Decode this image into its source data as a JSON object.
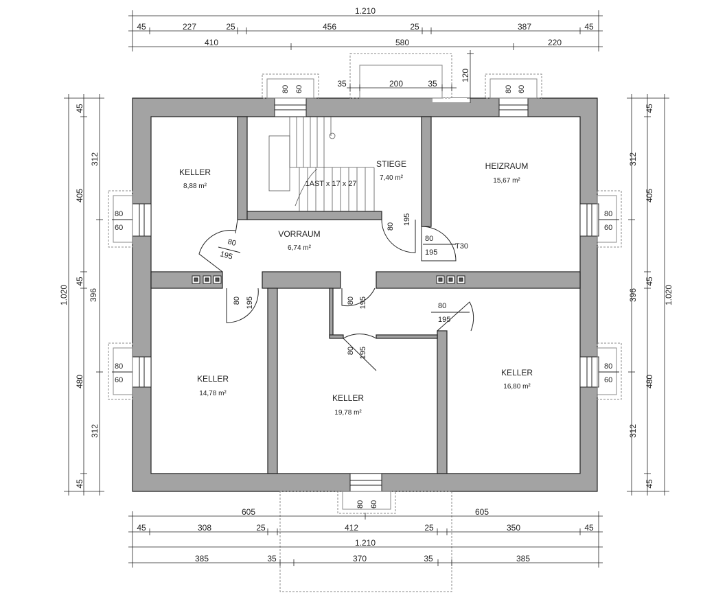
{
  "colors": {
    "wall": "#a3a3a3",
    "stroke": "#222222",
    "hatch": "#888888"
  },
  "rooms": {
    "keller_nw": {
      "name": "KELLER",
      "area": "8,88 m²"
    },
    "stiege": {
      "name": "STIEGE",
      "area": "7,40 m²",
      "stair_note": "1AST x 17 x 27"
    },
    "heizraum": {
      "name": "HEIZRAUM",
      "area": "15,67 m²"
    },
    "vorraum": {
      "name": "VORRAUM",
      "area": "6,74 m²"
    },
    "keller_sw": {
      "name": "KELLER",
      "area": "14,78 m²"
    },
    "keller_s": {
      "name": "KELLER",
      "area": "19,78 m²"
    },
    "keller_se": {
      "name": "KELLER",
      "area": "16,80 m²"
    }
  },
  "dims": {
    "top_total": "1.210",
    "top_row2": [
      "45",
      "227",
      "25",
      "456",
      "25",
      "387",
      "45"
    ],
    "top_row3": [
      "410",
      "580",
      "220"
    ],
    "bottom_row1": [
      "605",
      "605"
    ],
    "bottom_row2": [
      "45",
      "308",
      "25",
      "412",
      "25",
      "350",
      "45"
    ],
    "bottom_total": "1.210",
    "bottom_row4": [
      "385",
      "35",
      "370",
      "35",
      "385"
    ],
    "left_outer": "1.020",
    "left_mid": [
      "405",
      "45",
      "396",
      "480"
    ],
    "left_inner": [
      "45",
      "312",
      "312",
      "45"
    ],
    "right_outer": "1.020",
    "right_mid": [
      "45",
      "405",
      "45",
      "396",
      "480",
      "45"
    ],
    "right_inner": [
      "312",
      "312"
    ],
    "lightwell_top": [
      "35",
      "200",
      "35",
      "120"
    ]
  },
  "windows": {
    "top_left": [
      "80",
      "60"
    ],
    "top_right": [
      "80",
      "60"
    ],
    "left_upper": [
      "80",
      "60"
    ],
    "left_lower": [
      "80",
      "60"
    ],
    "right_upper": [
      "80",
      "60"
    ],
    "right_lower": [
      "80",
      "60"
    ],
    "bottom": [
      "80",
      "60"
    ]
  },
  "doors": {
    "d1": [
      "80",
      "195"
    ],
    "d2": [
      "80",
      "195"
    ],
    "d3": [
      "80",
      "195"
    ],
    "d4": [
      "80",
      "195"
    ],
    "d5": [
      "80",
      "195"
    ],
    "d6": [
      "80",
      "195"
    ],
    "d7": [
      "80",
      "195",
      "T30"
    ]
  }
}
